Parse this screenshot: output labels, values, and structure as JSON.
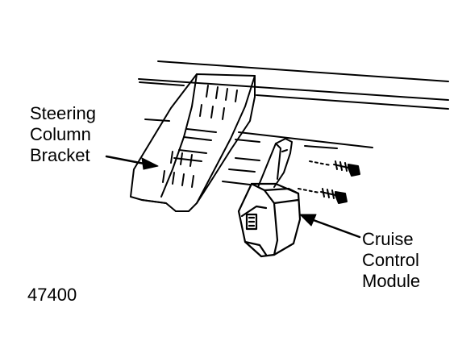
{
  "callouts": {
    "steering_column_bracket": [
      "Steering",
      "Column",
      "Bracket"
    ],
    "cruise_control_module": [
      "Cruise",
      "Control",
      "Module"
    ]
  },
  "figure_number": "47400",
  "colors": {
    "ink": "#000000",
    "background": "#ffffff"
  }
}
